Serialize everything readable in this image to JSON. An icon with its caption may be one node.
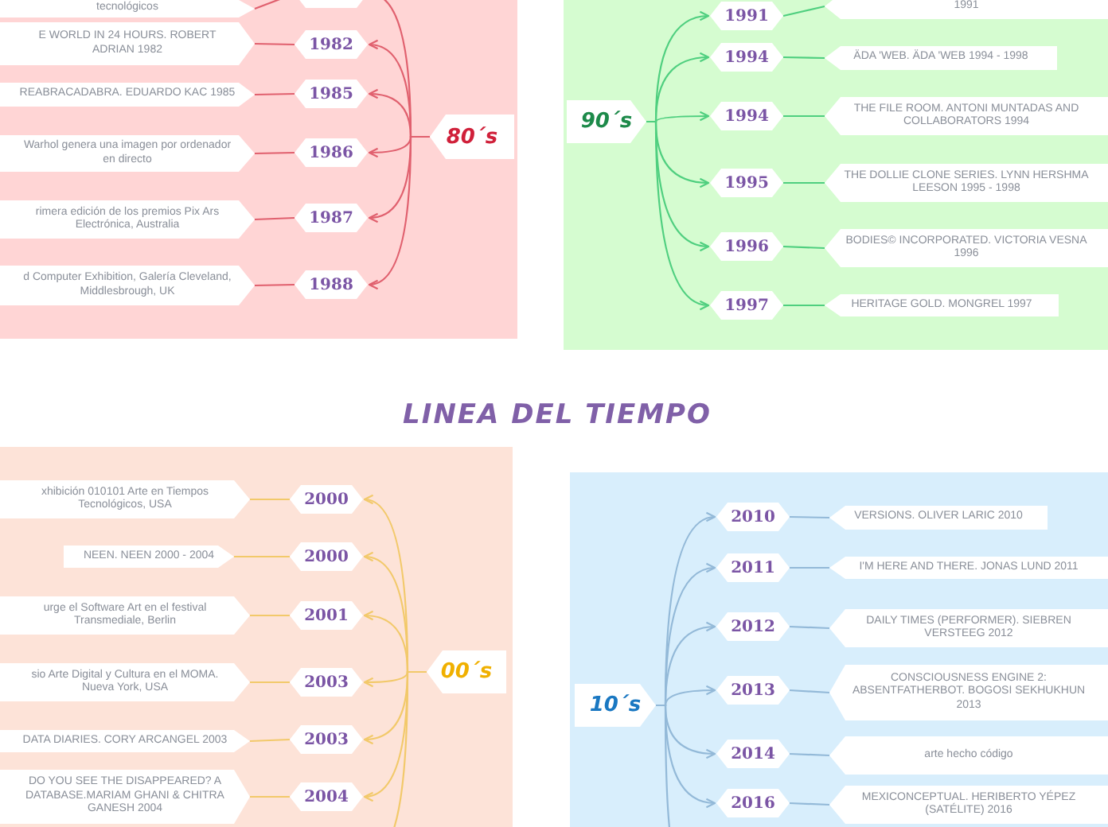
{
  "diagram": {
    "title": "LINEA DEL TIEMPO",
    "nodes": [
      {
        "text": [
          "80´s"
        ]
      },
      {
        "text": [],
        "shape": "box"
      },
      {
        "text": [
          "tecnológicos"
        ]
      },
      {
        "text": [
          "1982"
        ]
      },
      {
        "text": [
          "E WORLD IN 24 HOURS. ROBERT ADRIAN 1982"
        ]
      },
      {
        "text": [
          "1985"
        ]
      },
      {
        "text": [
          "REABRACADABRA. EDUARDO KAC 1985"
        ]
      },
      {
        "text": [
          "1986"
        ]
      },
      {
        "text": [
          "Warhol genera una imagen por ordenador en directo"
        ]
      },
      {
        "text": [
          "1987"
        ]
      },
      {
        "text": [
          "rimera edición de los premios Pix Ars Electrónica, Australia"
        ]
      },
      {
        "text": [
          "1988"
        ]
      },
      {
        "text": [
          "d Computer Exhibition, Galería Cleveland, Middlesbrough, UK"
        ]
      },
      {
        "text": [
          "90´s"
        ]
      },
      {
        "text": [
          "1991"
        ]
      },
      {
        "text": [
          "1991"
        ]
      },
      {
        "text": [
          "1994"
        ]
      },
      {
        "text": [
          "ÄDA 'WEB. ÄDA 'WEB 1994 - 1998"
        ]
      },
      {
        "text": [
          "1994"
        ]
      },
      {
        "text": [
          "THE FILE ROOM. ANTONI MUNTADAS AND COLLABORATORS 1994"
        ]
      },
      {
        "text": [
          "1995"
        ]
      },
      {
        "text": [
          "THE DOLLIE CLONE SERIES. LYNN HERSHMA LEESON 1995 - 1998"
        ]
      },
      {
        "text": [
          "1996"
        ]
      },
      {
        "text": [
          "BODIES© INCORPORATED. VICTORIA VESNA 1996"
        ]
      },
      {
        "text": [
          "1997"
        ]
      },
      {
        "text": [
          "HERITAGE GOLD. MONGREL 1997"
        ]
      },
      {
        "text": [
          "00´s"
        ]
      },
      {
        "text": [
          "2000"
        ]
      },
      {
        "text": [
          "xhibición 010101 Arte en Tiempos Tecnológicos, USA"
        ]
      },
      {
        "text": [
          "2000"
        ]
      },
      {
        "text": [
          "NEEN. NEEN 2000 - 2004"
        ]
      },
      {
        "text": [
          "2001"
        ]
      },
      {
        "text": [
          "urge el Software Art en el festival Transmediale, Berlin"
        ]
      },
      {
        "text": [
          "2003"
        ]
      },
      {
        "text": [
          "sio Arte Digital y Cultura en el MOMA. Nueva York, USA"
        ]
      },
      {
        "text": [
          "2003"
        ]
      },
      {
        "text": [
          "DATA DIARIES. CORY ARCANGEL 2003"
        ]
      },
      {
        "text": [
          "2004"
        ]
      },
      {
        "text": [
          "DO YOU SEE THE DISAPPEARED? A DATABASE.MARIAM GHANI & CHITRA GANESH 2004"
        ]
      },
      {
        "text": [
          "10´s"
        ]
      },
      {
        "text": [
          "2010"
        ]
      },
      {
        "text": [
          "VERSIONS. OLIVER LARIC 2010"
        ]
      },
      {
        "text": [
          "2011"
        ]
      },
      {
        "text": [
          "I'M HERE AND THERE. JONAS LUND 2011"
        ]
      },
      {
        "text": [
          "2012"
        ]
      },
      {
        "text": [
          "DAILY TIMES (PERFORMER). SIEBREN VERSTEEG 2012"
        ]
      },
      {
        "text": [
          "2013"
        ]
      },
      {
        "text": [
          "CONSCIOUSNESS ENGINE 2: ABSENTFATHERBOT. BOGOSI SEKHUKHUN 2013"
        ]
      },
      {
        "text": [
          "2014"
        ]
      },
      {
        "text": [
          "arte hecho código"
        ]
      },
      {
        "text": [
          "2016"
        ]
      },
      {
        "text": [
          "MEXICONCEPTUAL. HERIBERTO YÉPEZ (SATÉLITE) 2016"
        ]
      }
    ],
    "edges": [
      {
        "from": 0,
        "to": 1,
        "arrow": "to",
        "color": "#e0606e"
      },
      {
        "from": 1,
        "to": 2,
        "arrow": "none",
        "color": "#e0606e"
      },
      {
        "from": 0,
        "to": 3,
        "arrow": "to",
        "color": "#e0606e"
      },
      {
        "from": 3,
        "to": 4,
        "arrow": "none",
        "color": "#e0606e"
      },
      {
        "from": 0,
        "to": 5,
        "arrow": "to",
        "color": "#e0606e"
      },
      {
        "from": 5,
        "to": 6,
        "arrow": "none",
        "color": "#e0606e"
      },
      {
        "from": 0,
        "to": 7,
        "arrow": "to",
        "color": "#e0606e"
      },
      {
        "from": 7,
        "to": 8,
        "arrow": "none",
        "color": "#e0606e"
      },
      {
        "from": 0,
        "to": 9,
        "arrow": "to",
        "color": "#e0606e"
      },
      {
        "from": 9,
        "to": 10,
        "arrow": "none",
        "color": "#e0606e"
      },
      {
        "from": 0,
        "to": 11,
        "arrow": "to",
        "color": "#e0606e"
      },
      {
        "from": 11,
        "to": 12,
        "arrow": "none",
        "color": "#e0606e"
      },
      {
        "from": 13,
        "to": 14,
        "arrow": "to",
        "color": "#4fcf7f"
      },
      {
        "from": 14,
        "to": 15,
        "arrow": "none",
        "color": "#4fcf7f"
      },
      {
        "from": 13,
        "to": 16,
        "arrow": "to",
        "color": "#4fcf7f"
      },
      {
        "from": 16,
        "to": 17,
        "arrow": "none",
        "color": "#4fcf7f"
      },
      {
        "from": 13,
        "to": 18,
        "arrow": "to",
        "color": "#4fcf7f"
      },
      {
        "from": 18,
        "to": 19,
        "arrow": "none",
        "color": "#4fcf7f"
      },
      {
        "from": 13,
        "to": 20,
        "arrow": "to",
        "color": "#4fcf7f"
      },
      {
        "from": 20,
        "to": 21,
        "arrow": "none",
        "color": "#4fcf7f"
      },
      {
        "from": 13,
        "to": 22,
        "arrow": "to",
        "color": "#4fcf7f"
      },
      {
        "from": 22,
        "to": 23,
        "arrow": "none",
        "color": "#4fcf7f"
      },
      {
        "from": 13,
        "to": 24,
        "arrow": "to",
        "color": "#4fcf7f"
      },
      {
        "from": 24,
        "to": 25,
        "arrow": "none",
        "color": "#4fcf7f"
      },
      {
        "from": 26,
        "to": 27,
        "arrow": "to",
        "color": "#f2c96a"
      },
      {
        "from": 27,
        "to": 28,
        "arrow": "none",
        "color": "#f2c96a"
      },
      {
        "from": 26,
        "to": 29,
        "arrow": "to",
        "color": "#f2c96a"
      },
      {
        "from": 29,
        "to": 30,
        "arrow": "none",
        "color": "#f2c96a"
      },
      {
        "from": 26,
        "to": 31,
        "arrow": "to",
        "color": "#f2c96a"
      },
      {
        "from": 31,
        "to": 32,
        "arrow": "none",
        "color": "#f2c96a"
      },
      {
        "from": 26,
        "to": 33,
        "arrow": "to",
        "color": "#f2c96a"
      },
      {
        "from": 33,
        "to": 34,
        "arrow": "none",
        "color": "#f2c96a"
      },
      {
        "from": 26,
        "to": 35,
        "arrow": "to",
        "color": "#f2c96a"
      },
      {
        "from": 35,
        "to": 36,
        "arrow": "none",
        "color": "#f2c96a"
      },
      {
        "from": 26,
        "to": 37,
        "arrow": "to",
        "color": "#f2c96a"
      },
      {
        "from": 37,
        "to": 38,
        "arrow": "none",
        "color": "#f2c96a"
      },
      {
        "from": 26,
        "to": null,
        "arrow": "none",
        "color": "#f2c96a"
      },
      {
        "from": 39,
        "to": 40,
        "arrow": "to",
        "color": "#93b9d8"
      },
      {
        "from": 40,
        "to": 41,
        "arrow": "none",
        "color": "#93b9d8"
      },
      {
        "from": 39,
        "to": 42,
        "arrow": "to",
        "color": "#93b9d8"
      },
      {
        "from": 42,
        "to": 43,
        "arrow": "none",
        "color": "#93b9d8"
      },
      {
        "from": 39,
        "to": 44,
        "arrow": "to",
        "color": "#93b9d8"
      },
      {
        "from": 44,
        "to": 45,
        "arrow": "none",
        "color": "#93b9d8"
      },
      {
        "from": 39,
        "to": 46,
        "arrow": "to",
        "color": "#93b9d8"
      },
      {
        "from": 46,
        "to": 47,
        "arrow": "none",
        "color": "#93b9d8"
      },
      {
        "from": 39,
        "to": 48,
        "arrow": "to",
        "color": "#93b9d8"
      },
      {
        "from": 48,
        "to": 49,
        "arrow": "none",
        "color": "#93b9d8"
      },
      {
        "from": 39,
        "to": 50,
        "arrow": "to",
        "color": "#93b9d8"
      },
      {
        "from": 50,
        "to": 51,
        "arrow": "none",
        "color": "#93b9d8"
      },
      {
        "from": 39,
        "to": null,
        "arrow": "none",
        "color": "#93b9d8"
      }
    ]
  }
}
